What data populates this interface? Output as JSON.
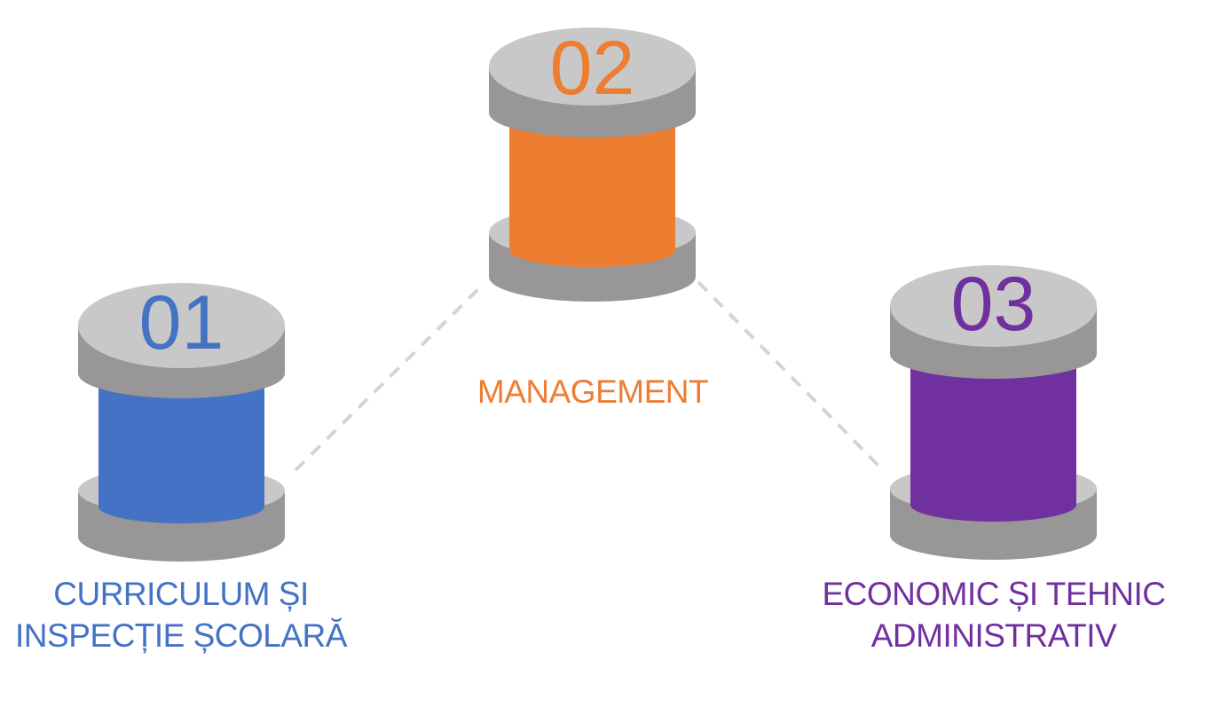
{
  "items": [
    {
      "number": "01",
      "color": "#4472c4",
      "label_lines": [
        "CURRICULUM ȘI",
        "INSPECȚIE ȘCOLARĂ"
      ]
    },
    {
      "number": "02",
      "color": "#ed7d31",
      "label_lines": [
        "MANAGEMENT"
      ]
    },
    {
      "number": "03",
      "color": "#7030a0",
      "label_lines": [
        "ECONOMIC ȘI TEHNIC",
        "ADMINISTRATIV"
      ]
    }
  ],
  "colors": {
    "disc_top": "#c9c8c8",
    "disc_side": "#989697",
    "connector": "#d4d4d4"
  }
}
